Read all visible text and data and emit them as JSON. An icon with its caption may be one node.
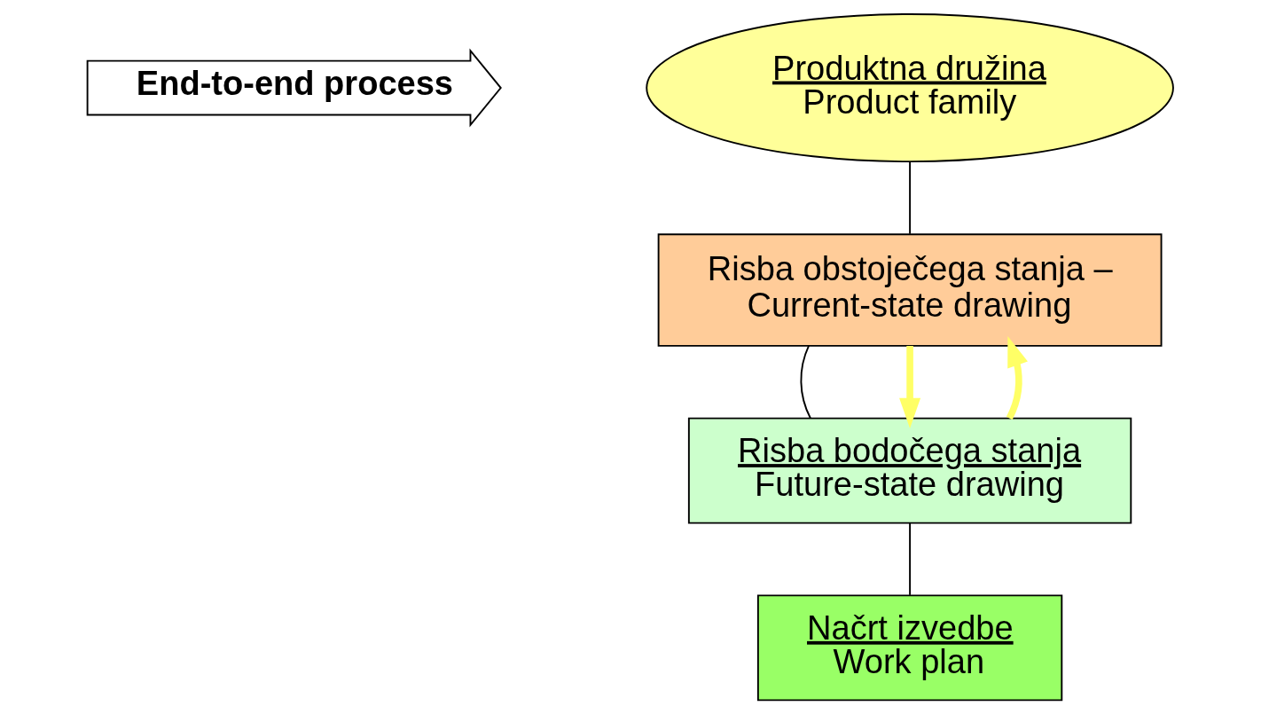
{
  "diagram": {
    "nodes": [
      {
        "text": [
          "End-to-end process"
        ]
      },
      {
        "text": [
          "Produktna družina",
          "Product family"
        ]
      },
      {
        "text": [
          "Risba obstoječega stanja –",
          "Current-state drawing"
        ]
      },
      {
        "text": [
          "Risba bodočega stanja",
          "Future-state drawing"
        ]
      },
      {
        "text": [
          "Načrt izvedbe",
          "Work plan"
        ]
      }
    ],
    "edges": [
      {
        "from": 1,
        "to": 2,
        "arrow": "none"
      },
      {
        "from": 2,
        "to": 3,
        "arrow": "none"
      },
      {
        "from": 3,
        "to": 4,
        "arrow": "none"
      },
      {
        "from": 2,
        "to": 3,
        "arrow": "to",
        "style": "thick",
        "color": "#ffff66"
      },
      {
        "from": 3,
        "to": 2,
        "arrow": "to",
        "style": "thick",
        "color": "#ffff66"
      }
    ]
  }
}
